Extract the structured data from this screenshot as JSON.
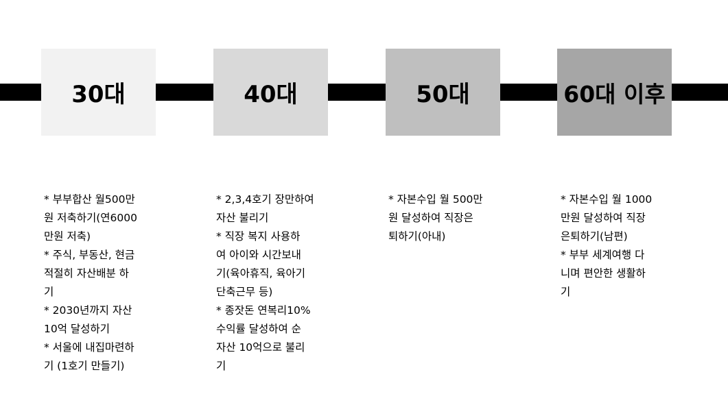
{
  "colors": {
    "bar": "#000000",
    "box_30": "#f2f2f2",
    "box_40": "#d9d9d9",
    "box_50": "#bfbfbf",
    "box_60": "#a6a6a6"
  },
  "stages": [
    {
      "title": "30대",
      "goals": [
        "* 부부합산 월500만\n원 저축하기(연6000\n만원 저축)",
        "* 주식, 부동산, 현금\n적절히 자산배분 하\n기",
        "* 2030년까지 자산\n10억 달성하기",
        "* 서울에 내집마련하\n기 (1호기 만들기)"
      ]
    },
    {
      "title": "40대",
      "goals": [
        "* 2,3,4호기 장만하여\n자산 불리기",
        "* 직장 복지 사용하\n여 아이와 시간보내\n기(육아휴직, 육아기\n단축근무 등)",
        "* 종잣돈 연복리10%\n수익률 달성하여 순\n자산 10억으로 불리\n기"
      ]
    },
    {
      "title": "50대",
      "goals": [
        "* 자본수입 월 500만\n원 달성하여 직장은\n퇴하기(아내)"
      ]
    },
    {
      "title": "60대 이후",
      "goals": [
        "* 자본수입 월 1000\n만원 달성하여 직장\n은퇴하기(남편)",
        "* 부부 세계여행 다\n니며 편안한 생활하\n기"
      ]
    }
  ]
}
